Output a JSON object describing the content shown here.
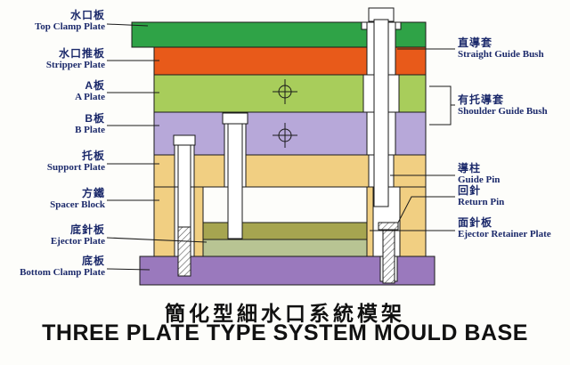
{
  "left_labels": [
    {
      "cn": "水口板",
      "en": "Top Clamp Plate"
    },
    {
      "cn": "水口推板",
      "en": "Stripper Plate"
    },
    {
      "cn": "A板",
      "en": "A Plate"
    },
    {
      "cn": "B板",
      "en": "B Plate"
    },
    {
      "cn": "托板",
      "en": "Support Plate"
    },
    {
      "cn": "方鐵",
      "en": "Spacer Block"
    },
    {
      "cn": "底針板",
      "en": "Ejector Plate"
    },
    {
      "cn": "底板",
      "en": "Bottom Clamp Plate"
    }
  ],
  "right_labels": [
    {
      "cn": "直導套",
      "en": "Straight Guide Bush"
    },
    {
      "cn": "有托導套",
      "en": "Shoulder Guide Bush"
    },
    {
      "cn": "導柱",
      "en": "Guide Pin"
    },
    {
      "cn": "回針",
      "en": "Return Pin"
    },
    {
      "cn": "面針板",
      "en": "Ejector Retainer Plate"
    }
  ],
  "title": {
    "chinese": "簡化型細水口系統模架",
    "english": "THREE PLATE TYPE SYSTEM MOULD BASE"
  },
  "colors": {
    "top_clamp_plate": "#2fa347",
    "stripper_plate": "#e85a1a",
    "a_plate": "#a8cd5b",
    "b_plate": "#b7a8d9",
    "support_plate": "#f1cf82",
    "spacer_block": "#f1cf82",
    "ejector_retainer_plate": "#a6a550",
    "ejector_plate": "#b8c493",
    "bottom_clamp_plate": "#9a79bd",
    "label_text": "#1c2a6b",
    "title_text": "#111111",
    "outline": "#1a1a1a"
  }
}
